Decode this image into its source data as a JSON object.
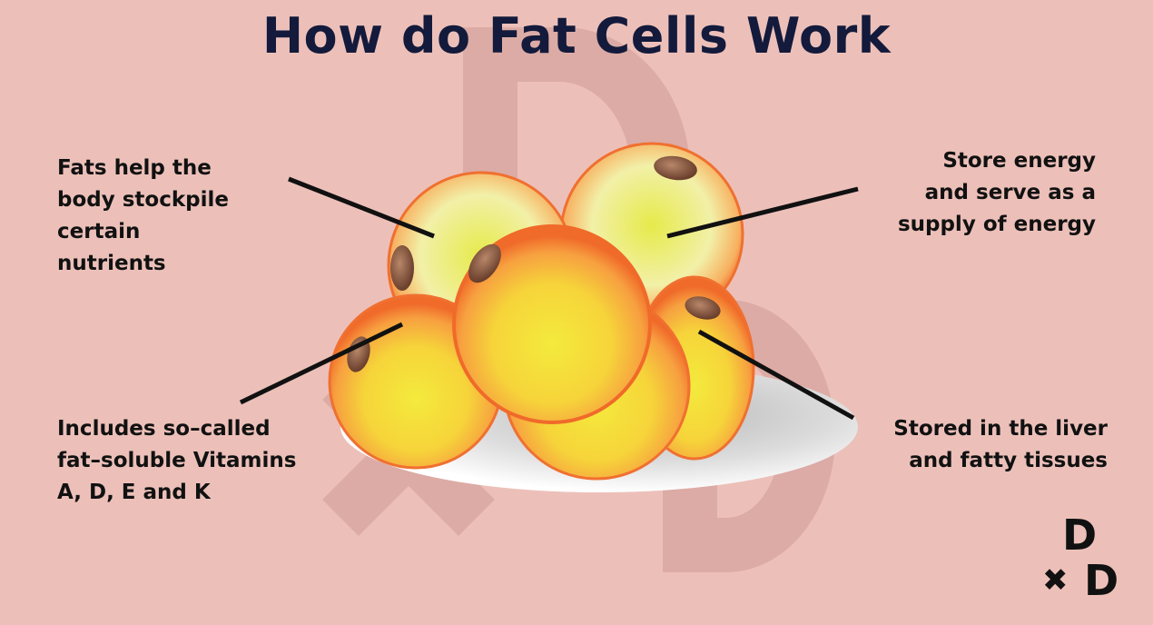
{
  "title": "How do Fat Cells Work",
  "labels": {
    "top_left": [
      "Fats help the",
      "body stockpile",
      "certain",
      "nutrients"
    ],
    "top_right": [
      "Store energy",
      "and serve as a",
      "supply of energy"
    ],
    "bottom_left": [
      "Includes so–called",
      "fat–soluble Vitamins",
      "A, D, E and K"
    ],
    "bottom_right": [
      "Stored in the liver",
      "and fatty tissues"
    ]
  },
  "logo": {
    "top": "D",
    "cross": "✖",
    "bottom": "D"
  },
  "colors": {
    "background": "#ecc0b9",
    "title": "#131a3b",
    "cell_rim": "#f07030",
    "cell_core": "#f3e640",
    "nucleus": "#7a4e38"
  }
}
